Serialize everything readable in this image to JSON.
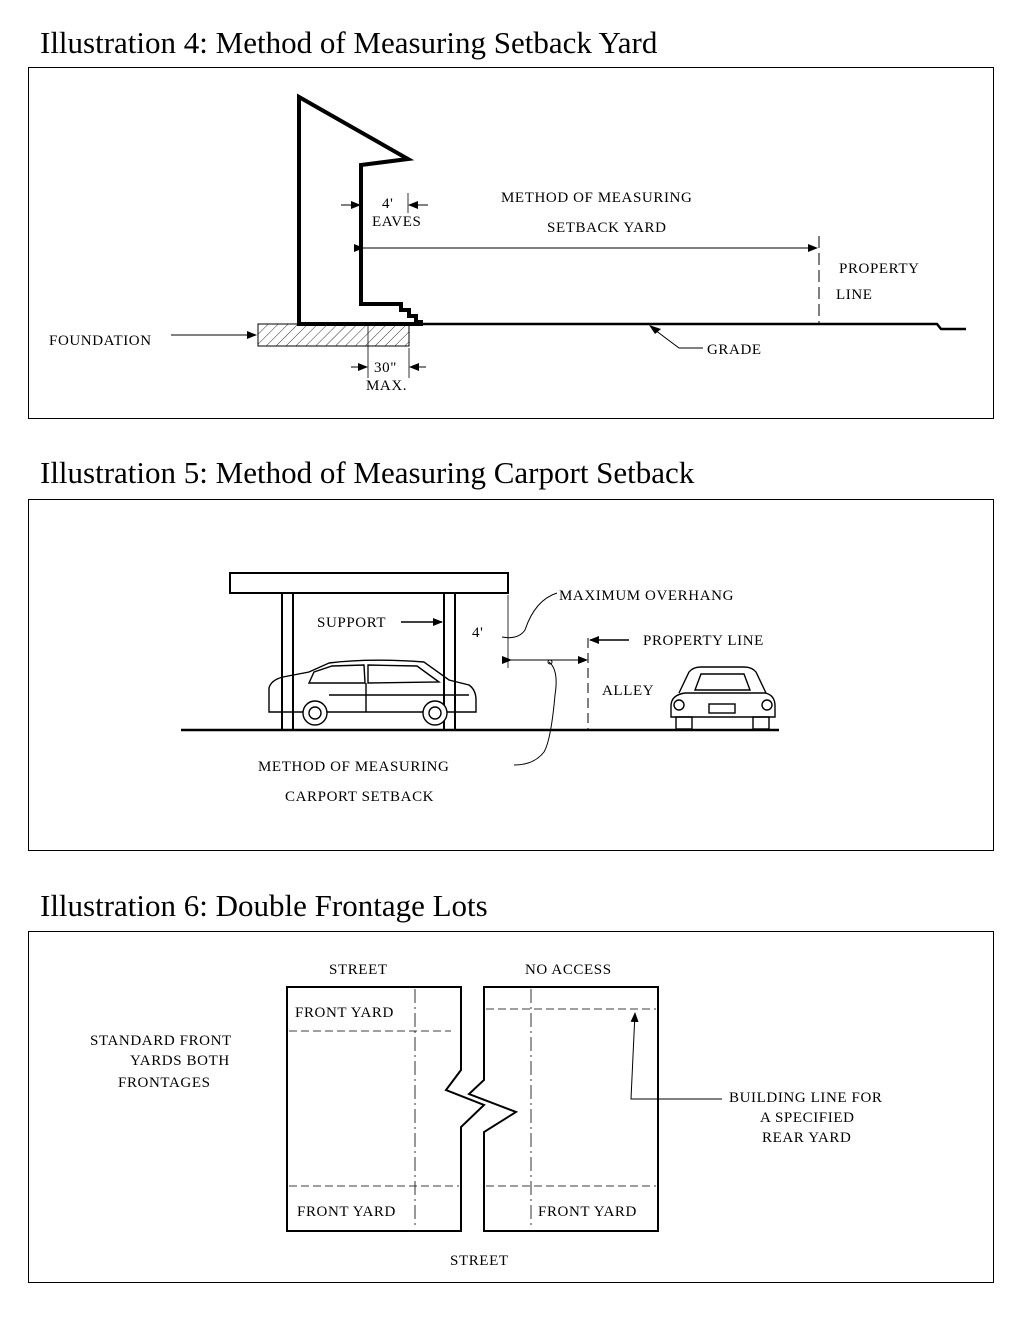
{
  "illustration4": {
    "title": "Illustration 4: Method of Measuring Setback Yard",
    "labels": {
      "method_line1": "METHOD OF MEASURING",
      "method_line2": "SETBACK YARD",
      "eaves_dim": "4'",
      "eaves": "EAVES",
      "property": "PROPERTY",
      "line": "LINE",
      "foundation": "FOUNDATION",
      "grade": "GRADE",
      "max_dim": "30\"",
      "max": "MAX."
    }
  },
  "illustration5": {
    "title": "Illustration 5: Method of Measuring Carport Setback",
    "labels": {
      "maximum_overhang": "MAXIMUM OVERHANG",
      "support": "SUPPORT",
      "overhang_dim": "4'",
      "property_line": "PROPERTY LINE",
      "alley": "ALLEY",
      "method_line1": "METHOD OF MEASURING",
      "method_line2": "CARPORT SETBACK"
    }
  },
  "illustration6": {
    "title": "Illustration 6: Double Frontage Lots",
    "labels": {
      "street_top": "STREET",
      "no_access": "NO ACCESS",
      "front_yard_tl": "FRONT YARD",
      "front_yard_bl": "FRONT YARD",
      "front_yard_br": "FRONT YARD",
      "standard_1": "STANDARD FRONT",
      "standard_2": "YARDS BOTH",
      "standard_3": "FRONTAGES",
      "building_1": "BUILDING LINE FOR",
      "building_2": "A SPECIFIED",
      "building_3": "REAR YARD",
      "street_bottom": "STREET"
    }
  }
}
